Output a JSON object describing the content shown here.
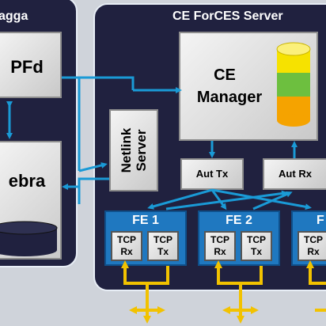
{
  "quagga": {
    "title": "agga"
  },
  "ospfd": {
    "label": "PFd"
  },
  "zebra": {
    "label": "ebra"
  },
  "server": {
    "title": "CE ForCES Server"
  },
  "ce_manager": {
    "line1": "CE",
    "line2": "Manager"
  },
  "netlink": {
    "line1": "Netlink",
    "line2": "Server"
  },
  "aut_tx": {
    "label": "Aut Tx"
  },
  "aut_rx": {
    "label": "Aut Rx"
  },
  "fe1": {
    "title": "FE 1",
    "rx_line1": "TCP",
    "rx_line2": "Rx",
    "tx_line1": "TCP",
    "tx_line2": "Tx"
  },
  "fe2": {
    "title": "FE 2",
    "rx_line1": "TCP",
    "rx_line2": "Rx",
    "tx_line1": "TCP",
    "tx_line2": "Tx"
  },
  "fe3": {
    "title": "F",
    "rx_line1": "TCP",
    "rx_line2": "Rx"
  },
  "colors": {
    "panel_bg": "#20213f",
    "arrow_blue": "#1a9ad6",
    "fe_blue": "#1f78c0",
    "yellow": "#f2c200",
    "db_yellow": "#f6e200",
    "db_green": "#6dbf3f",
    "db_orange": "#f5a300"
  }
}
